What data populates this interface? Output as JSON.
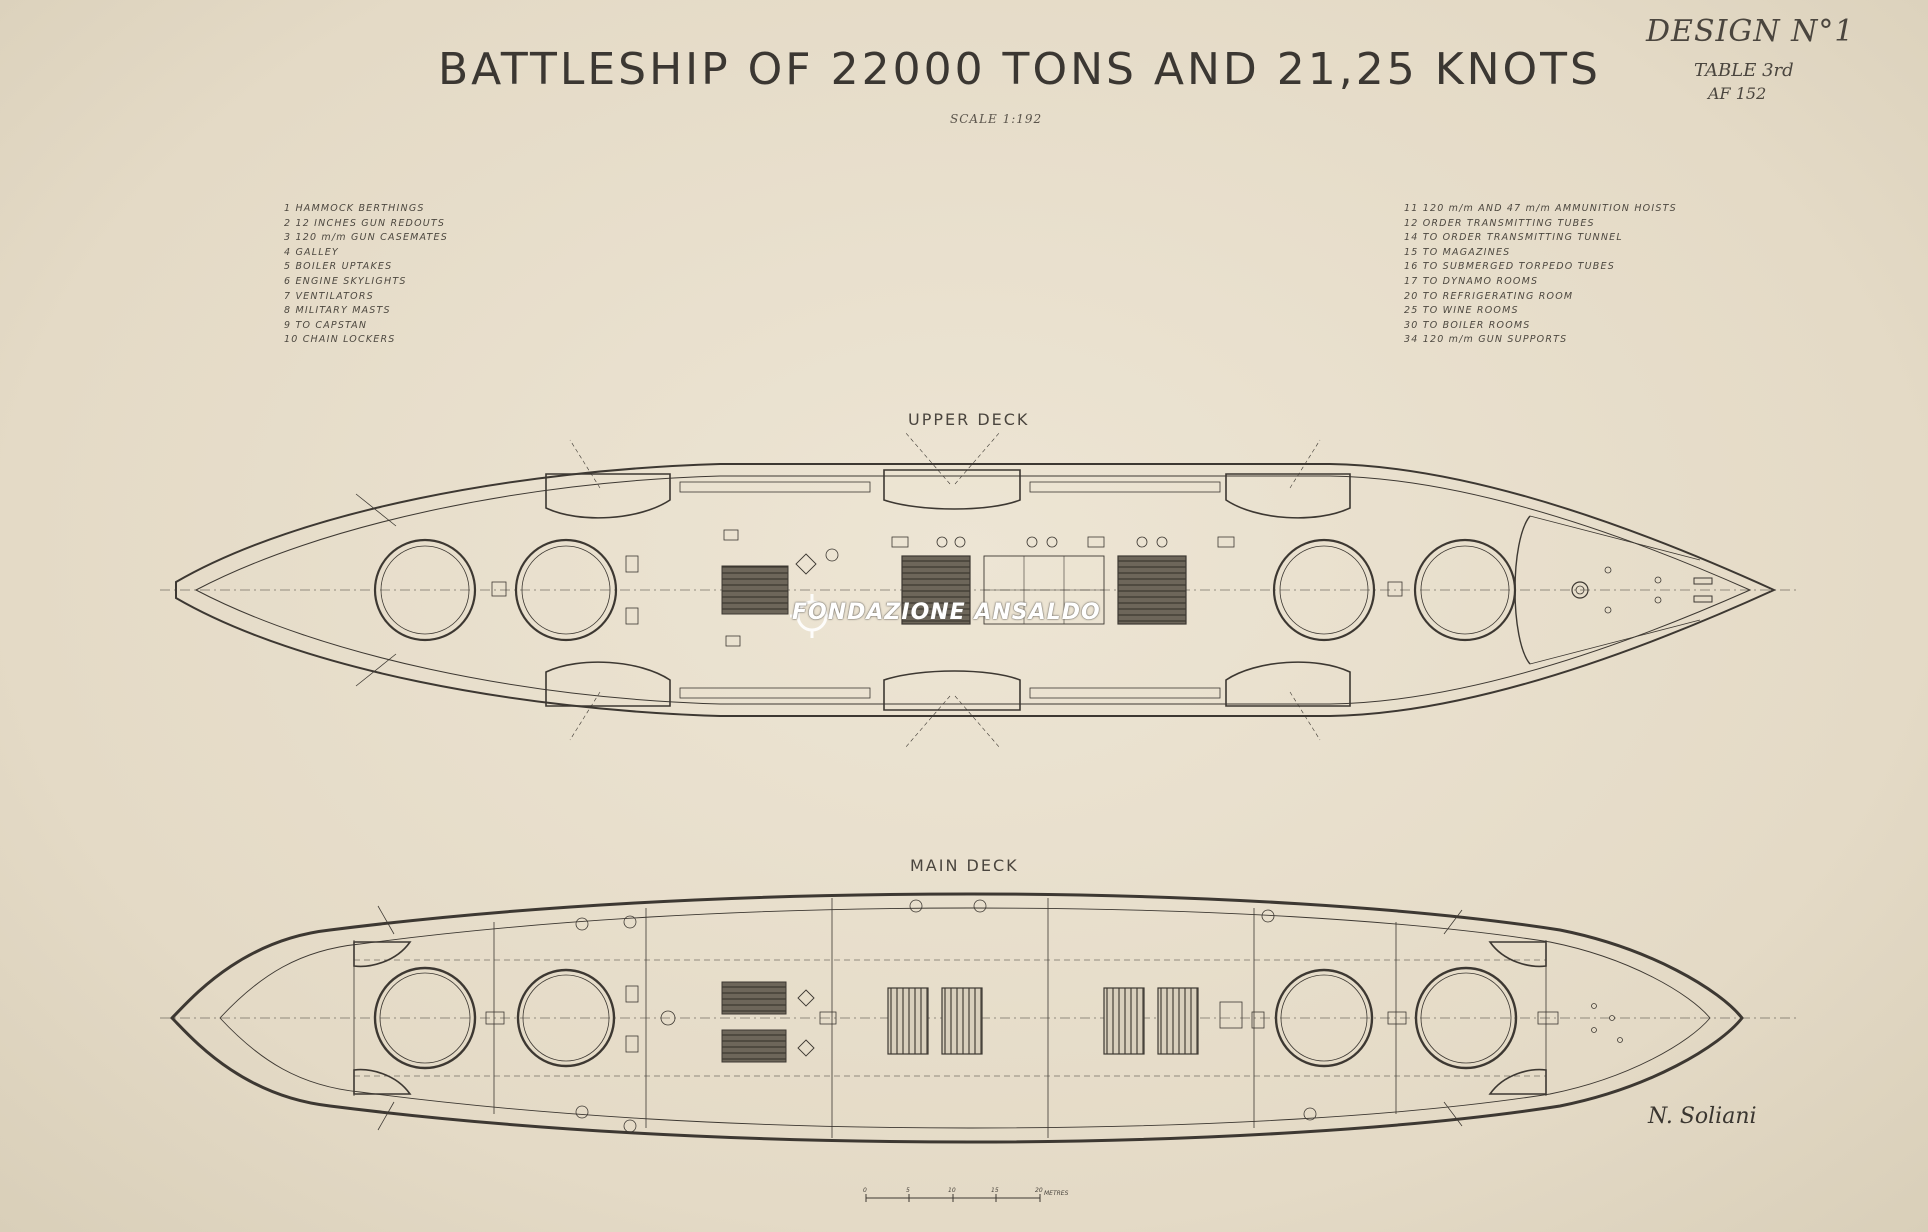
{
  "header": {
    "title": "BATTLESHIP OF 22000 TONS AND 21,25 KNOTS",
    "scale": "SCALE 1:192",
    "design": "DESIGN N°1",
    "table": "TABLE 3rd",
    "reference": "AF 152"
  },
  "legend_left": [
    "1  HAMMOCK BERTHINGS",
    "2  12 INCHES GUN REDOUTS",
    "3  120 m/m GUN CASEMATES",
    "4  GALLEY",
    "5  BOILER UPTAKES",
    "6  ENGINE SKYLIGHTS",
    "7  VENTILATORS",
    "8  MILITARY MASTS",
    "9  TO CAPSTAN",
    "10  CHAIN LOCKERS"
  ],
  "legend_right": [
    "11  120 m/m AND 47 m/m AMMUNITION HOISTS",
    "12  ORDER TRANSMITTING TUBES",
    "14  TO ORDER TRANSMITTING TUNNEL",
    "15  TO MAGAZINES",
    "16  TO SUBMERGED TORPEDO TUBES",
    "17  TO DYNAMO ROOMS",
    "20  TO REFRIGERATING ROOM",
    "25  TO WINE ROOMS",
    "30  TO BOILER ROOMS",
    "34  120 m/m GUN SUPPORTS"
  ],
  "decks": {
    "upper": "UPPER DECK",
    "main": "MAIN DECK"
  },
  "watermark": "FONDAZIONE ANSALDO",
  "signature": "N. Soliani",
  "scale_bar": {
    "unit": "METRES",
    "ticks": [
      "0",
      "5",
      "10",
      "15",
      "20"
    ]
  },
  "colors": {
    "paper": "#e6ddcb",
    "ink": "#3a3630",
    "hatch": "#5e574c"
  }
}
